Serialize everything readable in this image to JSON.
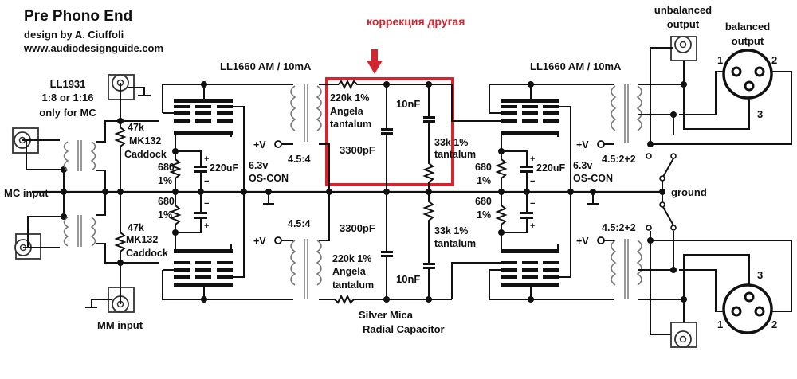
{
  "header": {
    "title": "Pre Phono End",
    "author": "design by A. Ciuffoli",
    "website": "www.audiodesignguide.com"
  },
  "annotation": {
    "text": "коррекция  другая",
    "color": "#d0262f",
    "arrow": "down-arrow"
  },
  "input_stage": {
    "transformer_name": "LL1931",
    "transformer_ratio": "1:8 or 1:16",
    "transformer_note": "only for MC",
    "mc_input_label": "MC input",
    "mm_input_label": "MM input",
    "grid_resistor_value": "47k",
    "grid_resistor_type": "MK132",
    "grid_resistor_brand": "Caddock"
  },
  "tube_stage_1": {
    "cathode_resistor_value": "680",
    "cathode_resistor_tol": "1%",
    "cathode_cap_value": "220uF",
    "cap_plus": "+",
    "cap_minus": "−",
    "oscon_voltage": "6.3v",
    "oscon_label": "OS-CON"
  },
  "interstage": {
    "transformer_name": "LL1660 AM / 10mA",
    "ratio": "4.5:4",
    "supply": "+V"
  },
  "riaa_network": {
    "series_resistor": "220k 1%",
    "series_resistor_brand": "Angela",
    "series_resistor_type": "tantalum",
    "shunt_cap": "3300pF",
    "cap_2": "10nF",
    "resistor_2": "33k 1%",
    "resistor_2_type": "tantalum",
    "cap_note_line1": "Silver Mica",
    "cap_note_line2": "Radial Capacitor"
  },
  "output_stage": {
    "transformer_name": "LL1660 AM / 10mA",
    "ratio": "4.5:2+2",
    "supply": "+V",
    "ground_label": "ground",
    "unbalanced_label_line1": "unbalanced",
    "unbalanced_label_line2": "output",
    "balanced_label_line1": "balanced",
    "balanced_label_line2": "output",
    "xlr_pins": [
      "1",
      "2",
      "3"
    ]
  }
}
